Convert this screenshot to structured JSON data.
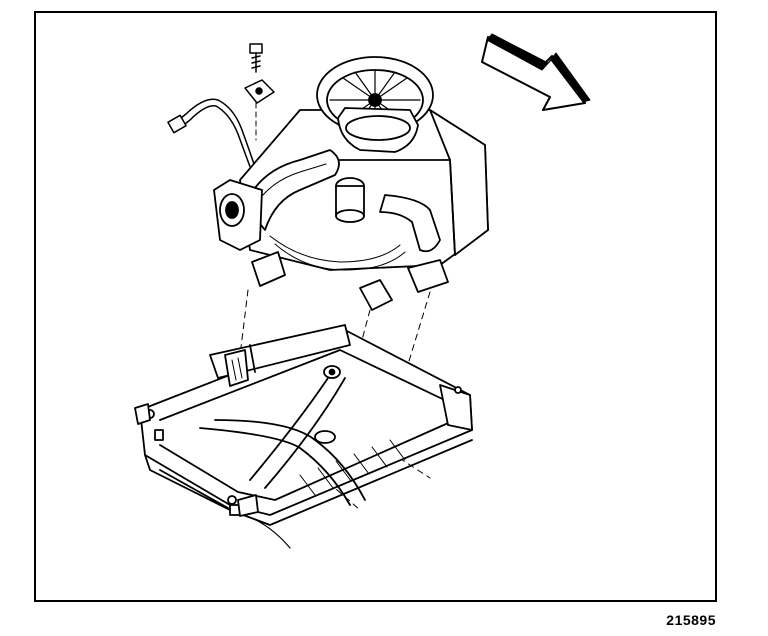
{
  "figure": {
    "number": "215895"
  },
  "illustration": {
    "subject": "blower-motor-and-bracket-assembly",
    "view": "exploded-isometric",
    "direction_indicator": "arrow-pointing-forward"
  },
  "colors": {
    "ink": "#000000",
    "paper": "#ffffff"
  }
}
